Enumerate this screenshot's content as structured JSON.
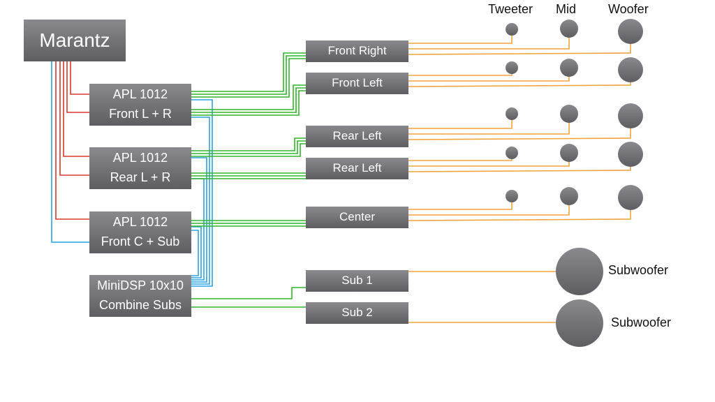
{
  "colors": {
    "box_top": "#8a898e",
    "box_bottom": "#5e5d62",
    "speaker": "#727176",
    "red_wire": "#d9382c",
    "blue_wire": "#29a3e0",
    "green_wire": "#2fb62a",
    "orange_wire": "#f2a33a"
  },
  "source": {
    "label": "Marantz"
  },
  "processors": [
    {
      "line1": "APL 1012",
      "line2": "Front L + R"
    },
    {
      "line1": "APL 1012",
      "line2": "Rear L + R"
    },
    {
      "line1": "APL 1012",
      "line2": "Front C + Sub"
    },
    {
      "line1": "MiniDSP 10x10",
      "line2": "Combine Subs"
    }
  ],
  "amplifiers": [
    {
      "label": "Front Right"
    },
    {
      "label": "Front Left"
    },
    {
      "label": "Rear Left"
    },
    {
      "label": "Rear Left"
    },
    {
      "label": "Center"
    },
    {
      "label": "Sub 1"
    },
    {
      "label": "Sub 2"
    }
  ],
  "speaker_headers": {
    "tweeter": "Tweeter",
    "mid": "Mid",
    "woofer": "Woofer"
  },
  "subwoofers": [
    {
      "label": "Subwoofer"
    },
    {
      "label": "Subwoofer"
    }
  ]
}
